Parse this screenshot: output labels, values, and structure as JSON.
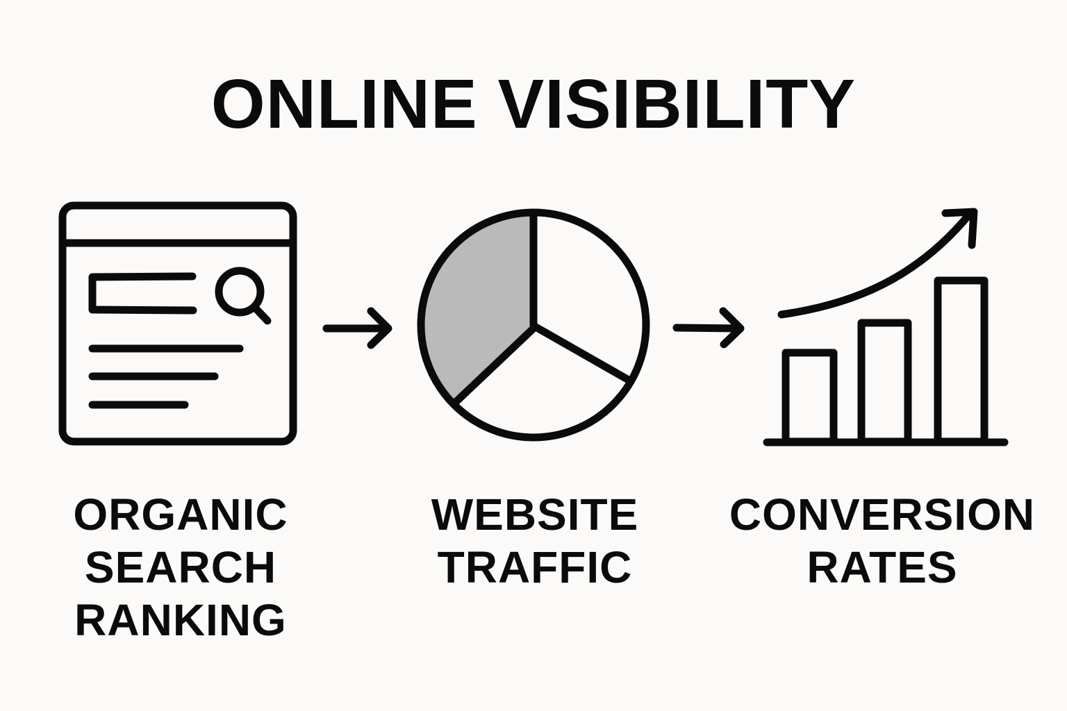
{
  "title": "ONLINE VISIBILITY",
  "colors": {
    "background": "#fbfaf8",
    "stroke": "#0b0b0c",
    "pie_highlight": "#bababa",
    "fill_white": "#ffffff"
  },
  "steps": [
    {
      "icon": "browser-search-icon",
      "label_lines": [
        "ORGANIC",
        "SEARCH",
        "RANKING"
      ]
    },
    {
      "icon": "pie-chart-icon",
      "label_lines": [
        "WEBSITE",
        "TRAFFIC"
      ]
    },
    {
      "icon": "bar-chart-growth-icon",
      "label_lines": [
        "CONVERSION",
        "RATES"
      ]
    }
  ],
  "connectors": [
    "arrow-right-icon",
    "arrow-right-icon"
  ],
  "chart_data": {
    "type": "flow",
    "title": "ONLINE VISIBILITY",
    "nodes": [
      "ORGANIC SEARCH RANKING",
      "WEBSITE TRAFFIC",
      "CONVERSION RATES"
    ],
    "edges": [
      [
        "ORGANIC SEARCH RANKING",
        "WEBSITE TRAFFIC"
      ],
      [
        "WEBSITE TRAFFIC",
        "CONVERSION RATES"
      ]
    ]
  }
}
